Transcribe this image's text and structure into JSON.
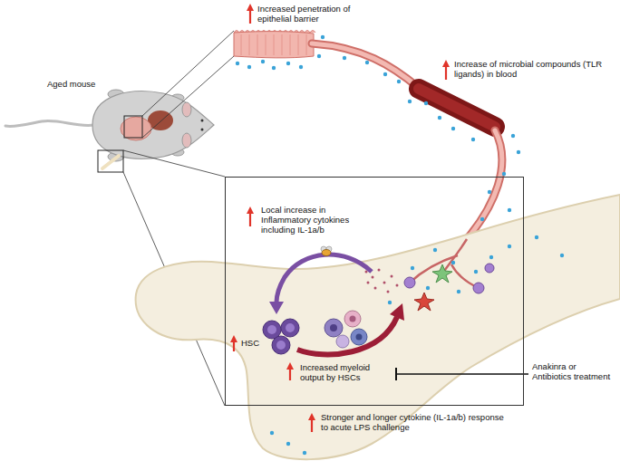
{
  "diagram": {
    "nodes": [
      {
        "text": [
          "Local increase in Inflammatory cytokines including IL-1a/b",
          "HSC"
        ]
      },
      {
        "text": [
          "Increased myeloid output by HSCs"
        ],
        "in": 0
      },
      {
        "text": [
          "Anakinra or Antibiotics treatment"
        ]
      }
    ],
    "edges": [
      {
        "from": 2,
        "to": 1,
        "arrow": "to"
      }
    ],
    "labels": [
      "Increased penetration of epithelial barrier",
      "Increase of microbial compounds (TLR ligands) in blood",
      "Aged mouse",
      "Stronger and longer cytokine (IL-1a/b) response to acute LPS challenge"
    ]
  }
}
